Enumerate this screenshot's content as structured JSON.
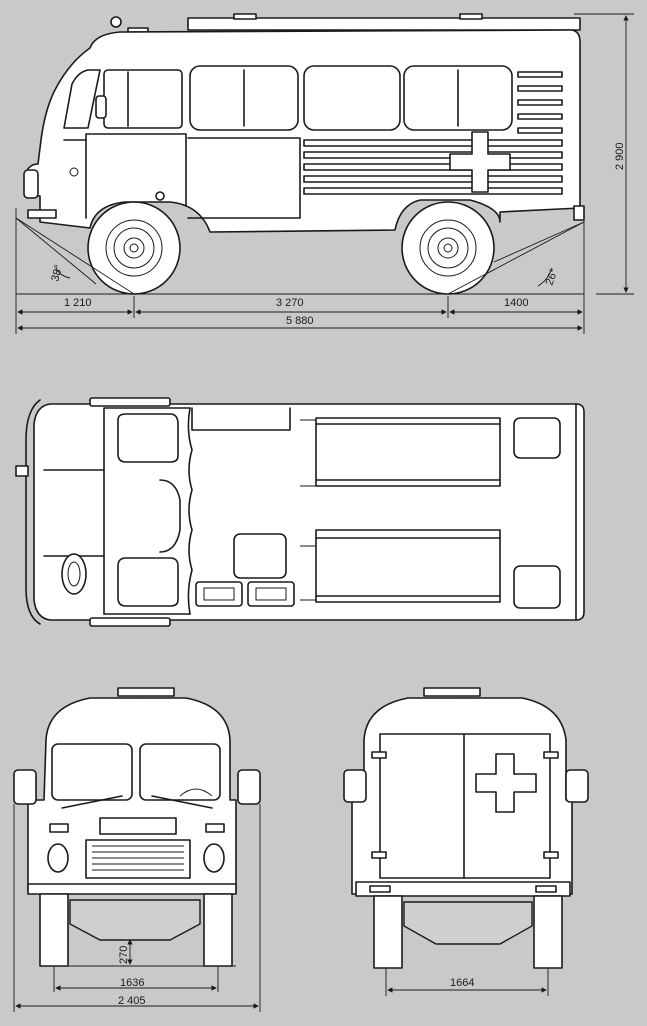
{
  "side_view": {
    "front_overhang": "1 210",
    "wheelbase": "3 270",
    "rear_overhang": "1400",
    "total_length": "5 880",
    "height": "2 900",
    "approach_angle": "38°",
    "departure_angle": "26°"
  },
  "front_view": {
    "track": "1636",
    "total_width": "2 405",
    "ground_clearance": "270"
  },
  "rear_view": {
    "track": "1664"
  },
  "colors": {
    "background": "#c9c9c9",
    "line": "#1a1a1a",
    "body": "#ffffff"
  }
}
